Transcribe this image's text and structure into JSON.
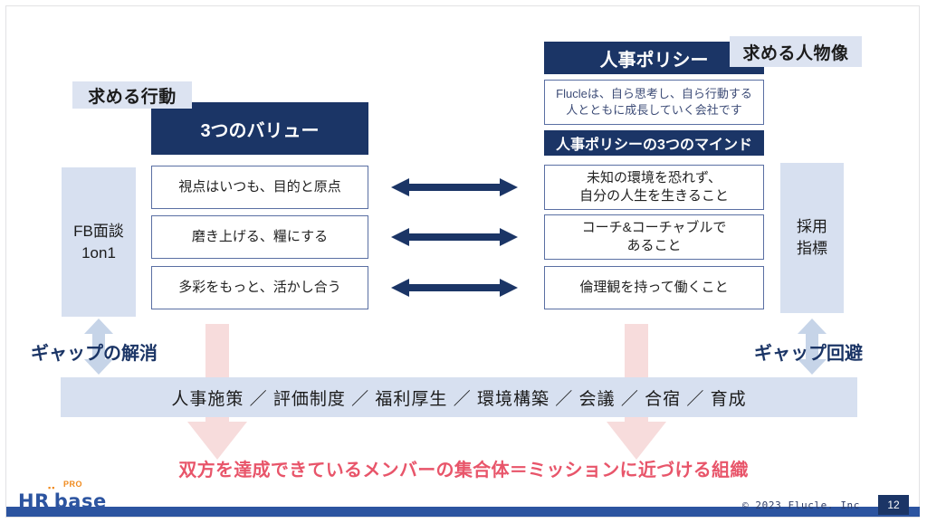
{
  "slide": {
    "left_badge": "求める行動",
    "right_badge": "求める人物像"
  },
  "left_block": {
    "header": "3つのバリュー",
    "side_label": "FB面談\n1on1",
    "side_label_line1": "FB面談",
    "side_label_line2": "1on1",
    "items": [
      "視点はいつも、目的と原点",
      "磨き上げる、糧にする",
      "多彩をもっと、活かし合う"
    ]
  },
  "right_block": {
    "header": "人事ポリシー",
    "policy_statement_line1": "Flucleは、自ら思考し、自ら行動する",
    "policy_statement_line2": "人とともに成長していく会社です",
    "subheader": "人事ポリシーの3つのマインド",
    "side_label_line1": "採用",
    "side_label_line2": "指標",
    "items": [
      {
        "line1": "未知の環境を恐れず、",
        "line2": "自分の人生を生きること"
      },
      {
        "line1": "コーチ&コーチャブルで",
        "line2": "あること"
      },
      {
        "line1": "倫理観を持って働くこと",
        "line2": ""
      }
    ]
  },
  "connectors": {
    "count": 3,
    "icon": "double-headed-horizontal-arrow",
    "color": "#1b3566"
  },
  "gaps": {
    "left_label": "ギャップの解消",
    "right_label": "ギャップ回避",
    "arrow_icon": "double-headed-vertical-arrow",
    "arrow_color": "#c6d4e8"
  },
  "measures": {
    "text": "人事施策 ／ 評価制度 ／ 福利厚生 ／ 環境構築 ／ 会議 ／ 合宿 ／ 育成",
    "items": [
      "人事施策",
      "評価制度",
      "福利厚生",
      "環境構築",
      "会議",
      "合宿",
      "育成"
    ]
  },
  "conclusion": {
    "text": "双方を達成できているメンバーの集合体＝ミッションに近づける組織",
    "color": "#e8556a"
  },
  "flow_arrows": {
    "icon": "down-arrow",
    "color": "#f7dcdc",
    "count": 2
  },
  "footer": {
    "logo_hr": "HR",
    "logo_base": "base",
    "logo_pro": "PRO",
    "logo_dots": "▪▪",
    "copyright": "© 2023 Flucle. Inc",
    "page_number": "12"
  },
  "colors": {
    "navy": "#1b3566",
    "light_blue": "#d7e0f0",
    "badge_blue": "#dce3f1",
    "pink": "#f7dcdc",
    "red": "#e8556a",
    "footer_blue": "#2c54a0",
    "orange": "#f08a1d"
  }
}
